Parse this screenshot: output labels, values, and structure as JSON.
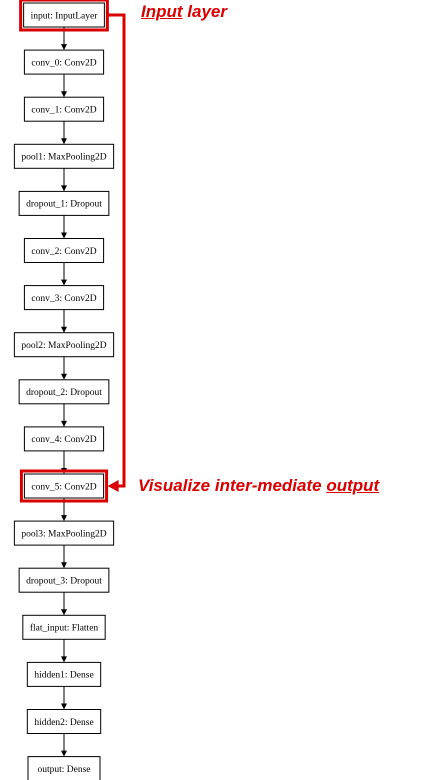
{
  "layers": [
    "input: InputLayer",
    "conv_0: Conv2D",
    "conv_1: Conv2D",
    "pool1: MaxPooling2D",
    "dropout_1: Dropout",
    "conv_2: Conv2D",
    "conv_3: Conv2D",
    "pool2: MaxPooling2D",
    "dropout_2: Dropout",
    "conv_4: Conv2D",
    "conv_5: Conv2D",
    "pool3: MaxPooling2D",
    "dropout_3: Dropout",
    "flat_input: Flatten",
    "hidden1: Dense",
    "hidden2: Dense",
    "output: Dense"
  ],
  "highlighted_layers": [
    "input: InputLayer",
    "conv_5: Conv2D"
  ],
  "annotations": {
    "input_layer": {
      "underlined": "Input",
      "rest": " layer"
    },
    "intermediate_output": {
      "prefix": "Visualize inter-mediate ",
      "underlined": "output"
    }
  },
  "colors": {
    "highlight": "#d90000",
    "node_border": "#000000",
    "edge": "#000000"
  }
}
